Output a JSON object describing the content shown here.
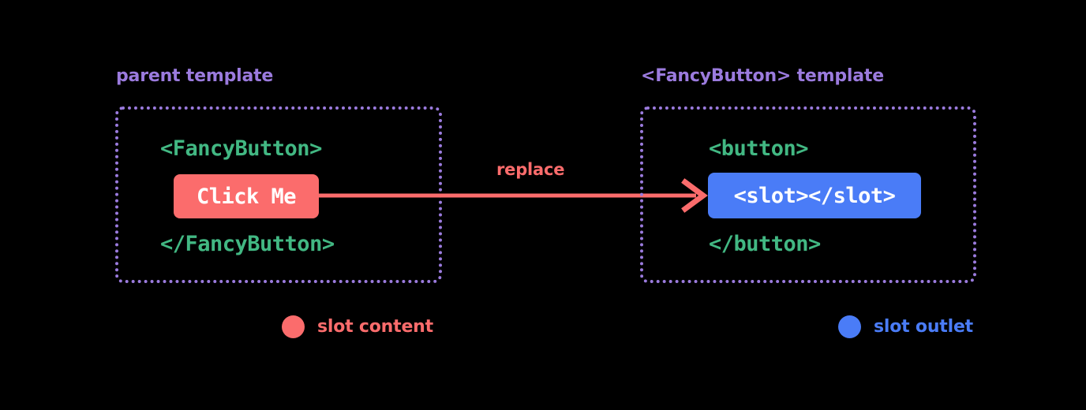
{
  "diagram": {
    "title": "Vue slot content and slot outlet diagram",
    "background_color": "#000000"
  },
  "colors": {
    "heading_purple": "#9b7bde",
    "border_purple": "#9b7bde",
    "code_green": "#42b883",
    "slot_content_red": "#fb6c6c",
    "slot_outlet_blue": "#4a7cf7",
    "chip_text": "#ffffff"
  },
  "panels": [
    {
      "id": "parent",
      "heading": "parent template",
      "code_open": "<FancyButton>",
      "code_close": "</FancyButton>",
      "chip_label": "Click Me"
    },
    {
      "id": "fancybutton",
      "heading": "<FancyButton> template",
      "code_open": "<button>",
      "code_close": "</button>",
      "chip_label": "<slot></slot>"
    }
  ],
  "arrow": {
    "label": "replace",
    "color": "#fb6c6c",
    "direction": "left-to-right"
  },
  "legend": [
    {
      "label": "slot content",
      "color": "#fb6c6c"
    },
    {
      "label": "slot outlet",
      "color": "#4a7cf7"
    }
  ]
}
